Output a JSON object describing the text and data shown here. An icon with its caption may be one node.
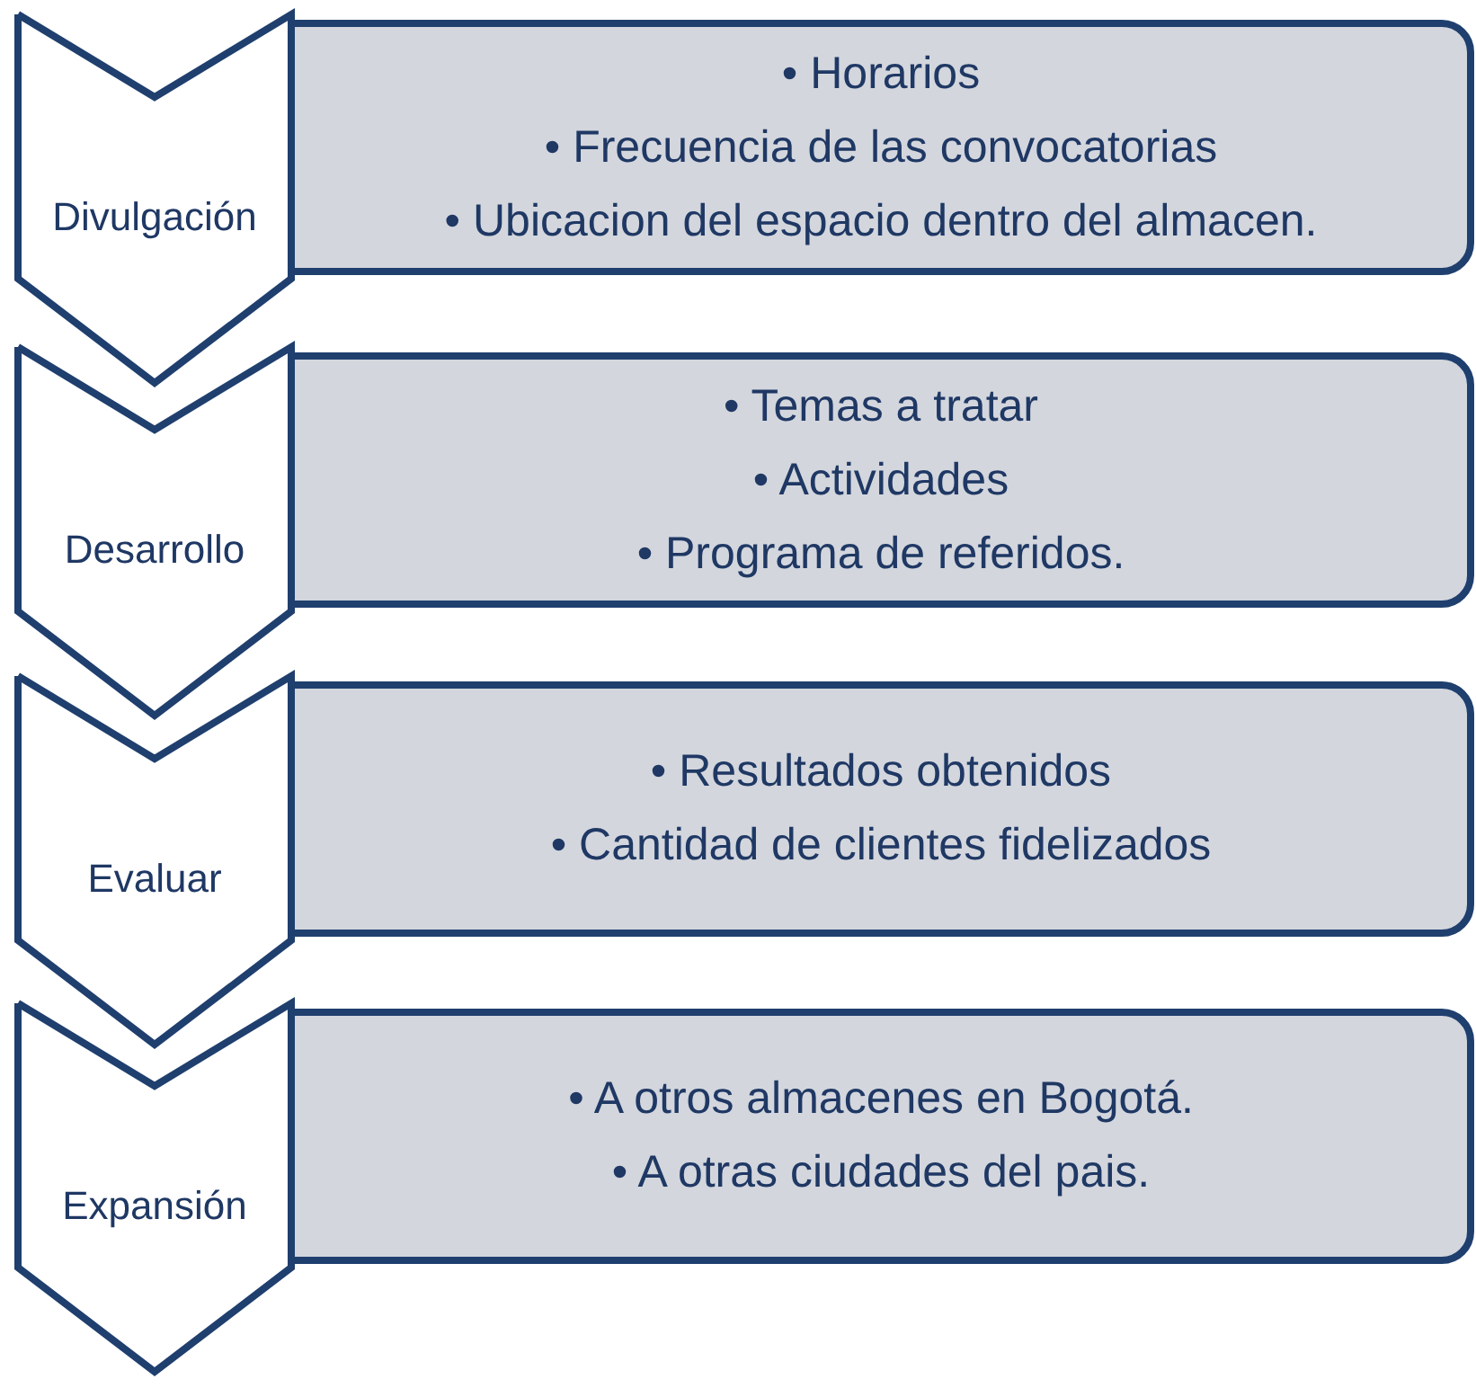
{
  "diagram": {
    "nodes": [
      {
        "text": [
          "Divulgación"
        ]
      },
      {
        "text": [
          "• Horarios",
          "• Frecuencia de las convocatorias",
          "• Ubicacion del espacio dentro del almacen."
        ]
      },
      {
        "text": [
          "Desarrollo"
        ]
      },
      {
        "text": [
          "• Temas a tratar",
          "• Actividades",
          "• Programa de referidos."
        ]
      },
      {
        "text": [
          "Evaluar"
        ]
      },
      {
        "text": [
          "• Resultados obtenidos",
          "• Cantidad de clientes fidelizados"
        ]
      },
      {
        "text": [
          "Expansión"
        ]
      },
      {
        "text": [
          "• A otros almacenes en Bogotá.",
          "• A otras ciudades del pais."
        ]
      }
    ]
  }
}
